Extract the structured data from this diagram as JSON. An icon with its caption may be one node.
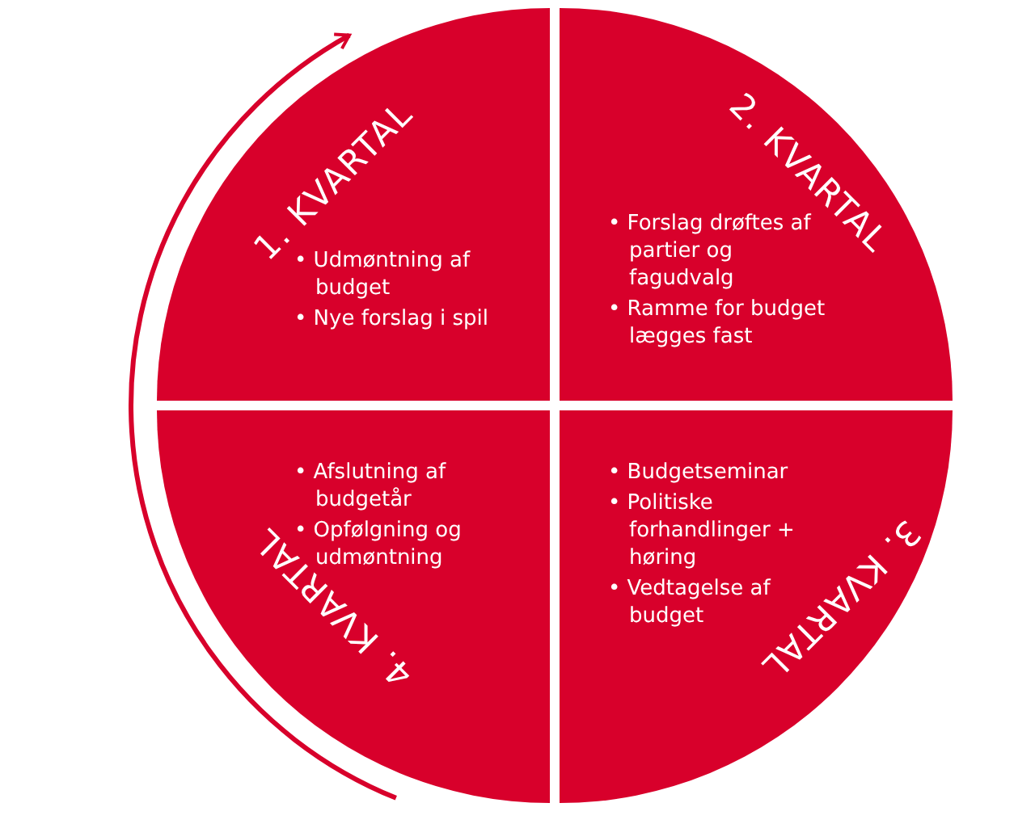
{
  "diagram": {
    "nodes": [
      {
        "text": [
          "1. KVARTAL",
          "• Udmøntning af budget",
          "• Nye forslag i spil"
        ]
      },
      {
        "text": [
          "2. KVARTAL",
          "• Forslag drøftes af partier og fagudvalg",
          "• Ramme for budget lægges fast"
        ]
      },
      {
        "text": [
          "3. KVARTAL",
          "• Budgetseminar",
          "• Politiske forhandlinger + høring",
          "• Vedtagelse af budget"
        ]
      },
      {
        "text": [
          "4. KVARTAL",
          "• Afslutning af budgetår",
          "• Opfølgning og udmøntning"
        ]
      }
    ],
    "edges": [
      {
        "from": 3,
        "to": 0,
        "arrow": "to"
      }
    ]
  }
}
